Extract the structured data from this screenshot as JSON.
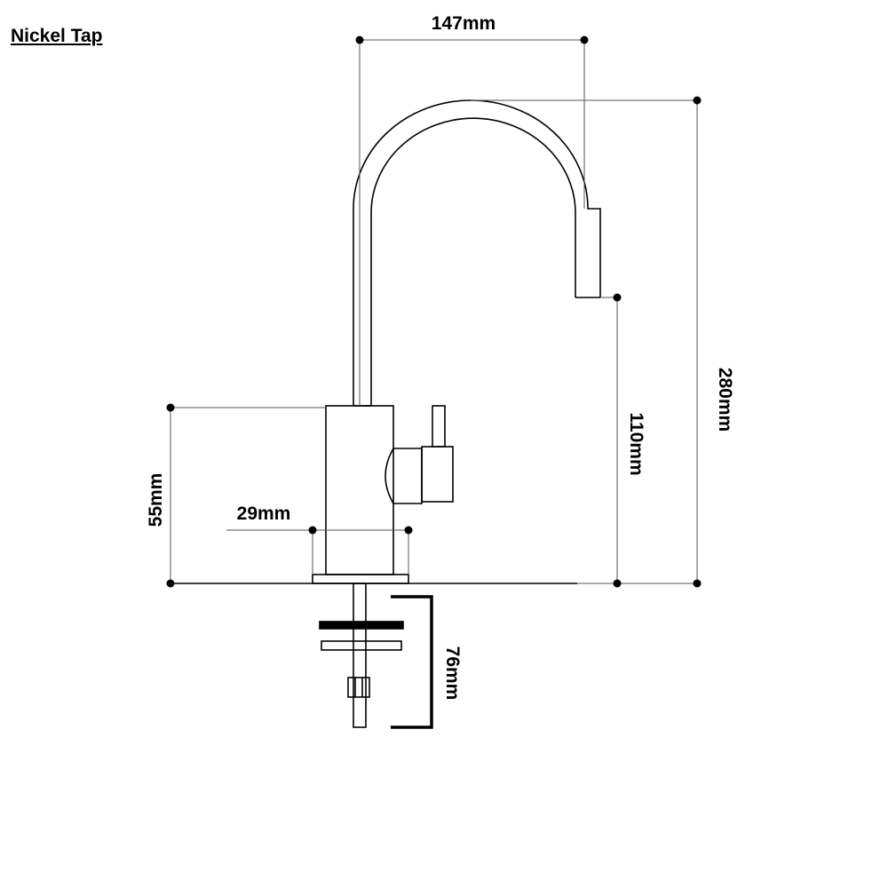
{
  "title": "Nickel Tap",
  "dimensions": {
    "spout_reach": "147mm",
    "total_height": "280mm",
    "spout_height": "110mm",
    "body_height": "55mm",
    "base_diameter": "29mm",
    "shank_length": "76mm"
  }
}
